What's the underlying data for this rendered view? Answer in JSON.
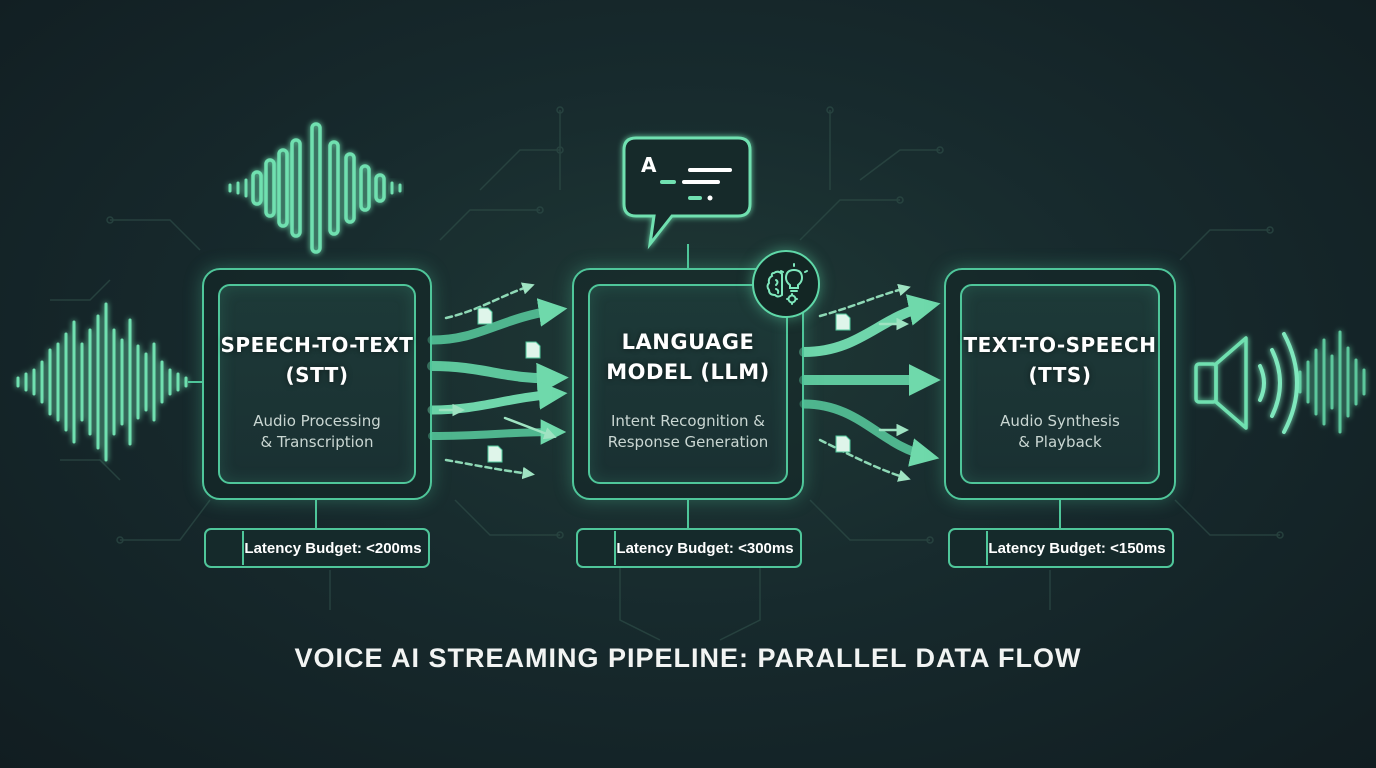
{
  "title": "VOICE AI STREAMING PIPELINE: PARALLEL DATA FLOW",
  "stages": [
    {
      "title": "SPEECH-TO-TEXT\n(STT)",
      "subtitle": "Audio Processing\n& Transcription",
      "latency": "Latency Budget: <200ms"
    },
    {
      "title": "LANGUAGE\nMODEL (LLM)",
      "subtitle": "Intent Recognition &\nResponse Generation",
      "latency": "Latency Budget: <300ms"
    },
    {
      "title": "TEXT-TO-SPEECH\n(TTS)",
      "subtitle": "Audio Synthesis\n& Playback",
      "latency": "Latency Budget: <150ms"
    }
  ],
  "speech_bubble_letter": "A",
  "icons": [
    "waveform-icon",
    "speech-bubble-icon",
    "brain-lightbulb-icon",
    "document-icon",
    "stopwatch-icon",
    "speaker-icon",
    "sound-waves-icon"
  ],
  "colors": {
    "accent": "#4fc69a",
    "glow": "#7fe8bd",
    "background": "#16262a",
    "text": "#ffffff"
  }
}
